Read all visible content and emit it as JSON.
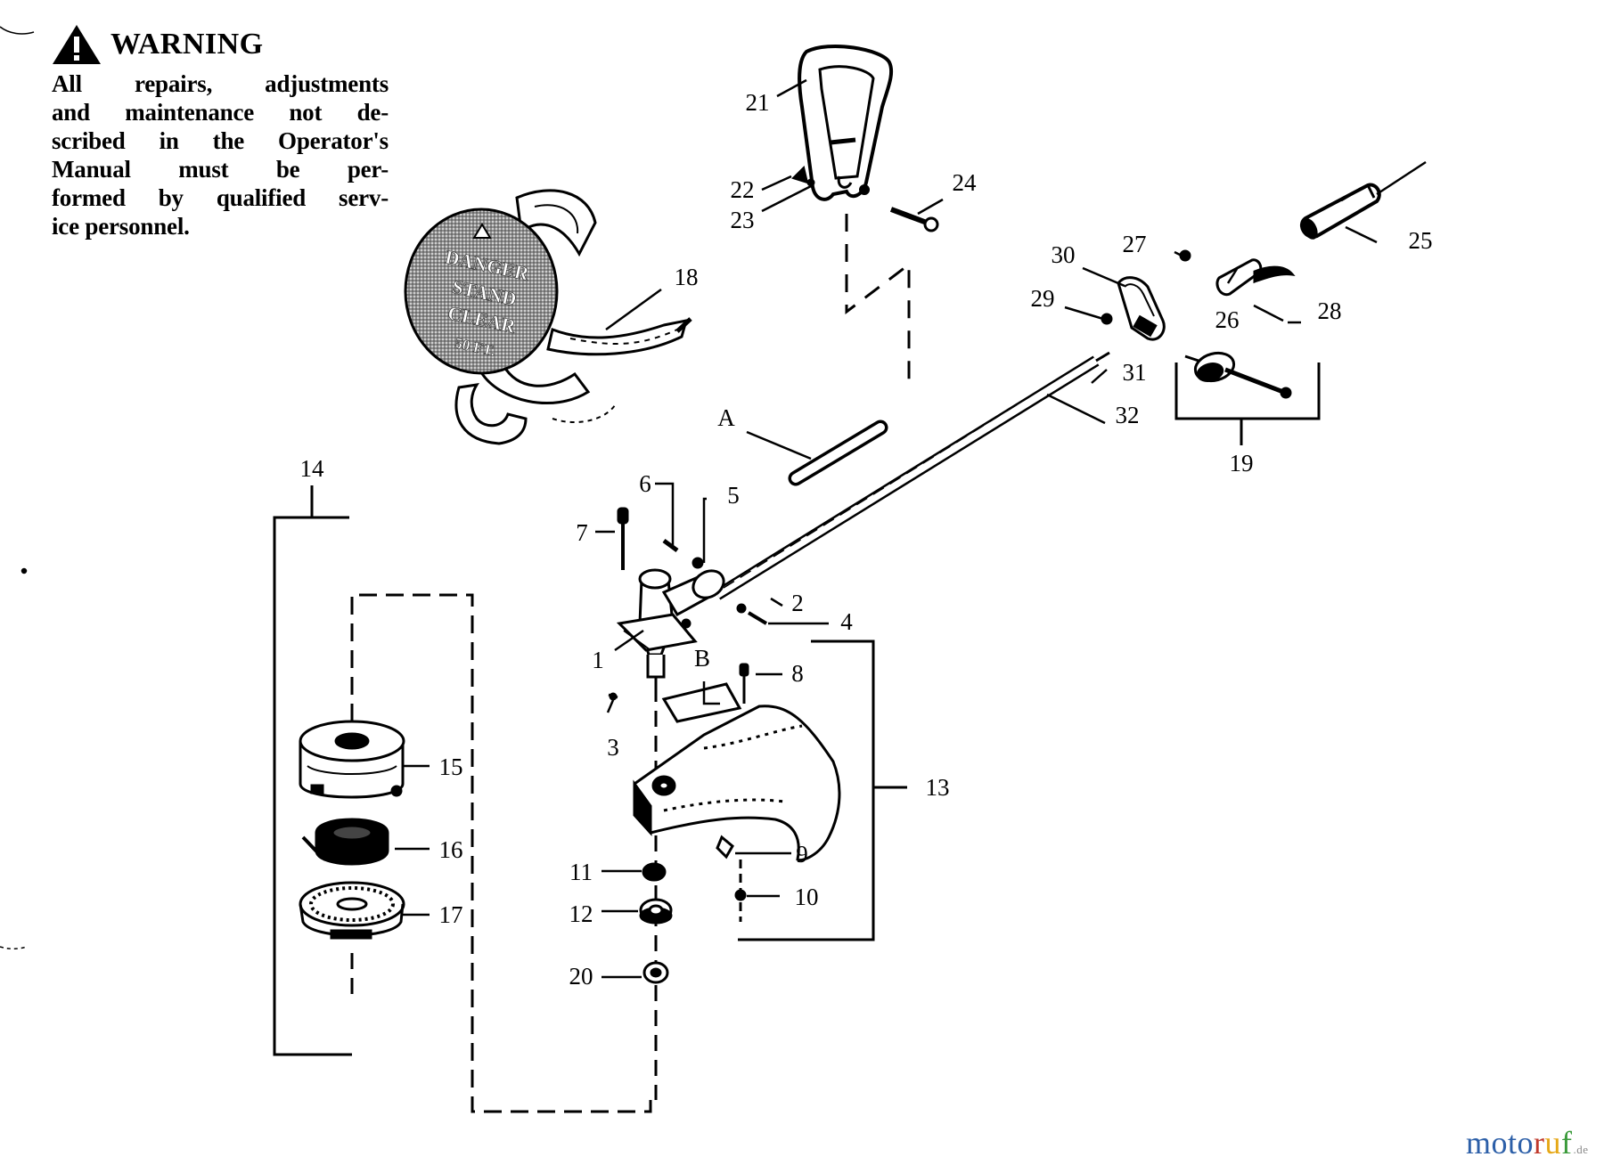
{
  "warning": {
    "title": "WARNING",
    "lines": [
      "All repairs, adjustments",
      "and maintenance not de-",
      "scribed in the Operator's",
      "Manual must be per-",
      "formed by qualified serv-",
      "ice personnel."
    ],
    "icon": "warning-triangle-icon"
  },
  "disc_label": {
    "lines": [
      "DANGER",
      "STAND",
      "CLEAR",
      "50 FT."
    ],
    "icon": "warning-triangle-icon"
  },
  "part_labels": [
    "1",
    "2",
    "3",
    "4",
    "5",
    "6",
    "7",
    "8",
    "9",
    "10",
    "11",
    "12",
    "13",
    "14",
    "15",
    "16",
    "17",
    "18",
    "19",
    "20",
    "21",
    "22",
    "23",
    "24",
    "25",
    "26",
    "27",
    "28",
    "29",
    "30",
    "31",
    "32",
    "A",
    "B"
  ],
  "watermark": {
    "letters": [
      {
        "ch": "m",
        "color": "#2c5fa8"
      },
      {
        "ch": "o",
        "color": "#2c5fa8"
      },
      {
        "ch": "t",
        "color": "#2c5fa8"
      },
      {
        "ch": "o",
        "color": "#2c5fa8"
      },
      {
        "ch": "r",
        "color": "#c0392b"
      },
      {
        "ch": "u",
        "color": "#e6a817"
      },
      {
        "ch": "f",
        "color": "#3a9a3a"
      }
    ],
    "domain": ".de"
  }
}
